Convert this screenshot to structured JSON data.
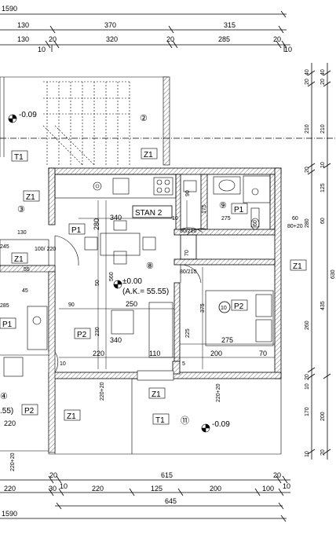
{
  "top_dims": {
    "overall": "1590",
    "r1": [
      "130",
      "370",
      "315"
    ],
    "r2": [
      "130",
      "20",
      "320",
      "20",
      "285",
      "20"
    ],
    "tens": [
      "10",
      "10"
    ]
  },
  "bottom_dims": {
    "r1": [
      "20",
      "615",
      "20"
    ],
    "r2": [
      "220",
      "30",
      "10",
      "220",
      "125",
      "200",
      "100",
      "10"
    ],
    "r3": "645",
    "overall": "1590"
  },
  "right_dims": {
    "a": [
      "40",
      "20",
      "40",
      "20",
      "210",
      "210",
      "10",
      "20",
      "125",
      "60",
      "280",
      "60",
      "630",
      "435",
      "260",
      "20",
      "10",
      "170",
      "200",
      "20",
      "10"
    ],
    "bar": "80+20"
  },
  "rooms": {
    "stan": "STAN 2",
    "n2": "②",
    "n3": "③",
    "n4": "④",
    "n8": "⑧",
    "n9": "⑨",
    "n10": "10",
    "n11": "⑪"
  },
  "tags": {
    "t1": "T1",
    "z1": "Z1",
    "p1": "P1",
    "p2": "P2"
  },
  "levels": {
    "l1": "-0.09",
    "l2": "±0.00",
    "ak": "(A.K.= 55.55)",
    "l3": "-0.09",
    "left_ak": ".55)"
  },
  "inner_dims": {
    "k340": "340",
    "k280": "280",
    "k10": "10",
    "k175": "175",
    "k275": "275",
    "k90": "90",
    "k80210": "80/210",
    "k70": "70",
    "k60": "60",
    "k8020": "80+20",
    "k245": "245",
    "k100220": "100/\n220",
    "k130": "130",
    "k285": "285",
    "k45": "45",
    "k50": "50",
    "k560": "560",
    "k250": "250",
    "k375": "375",
    "k230": "230",
    "k225": "225",
    "k220": "220",
    "k110": "110",
    "k5": "5",
    "k200": "200",
    "k22020": "220+20",
    "k55": "55",
    "k9020": "90"
  }
}
